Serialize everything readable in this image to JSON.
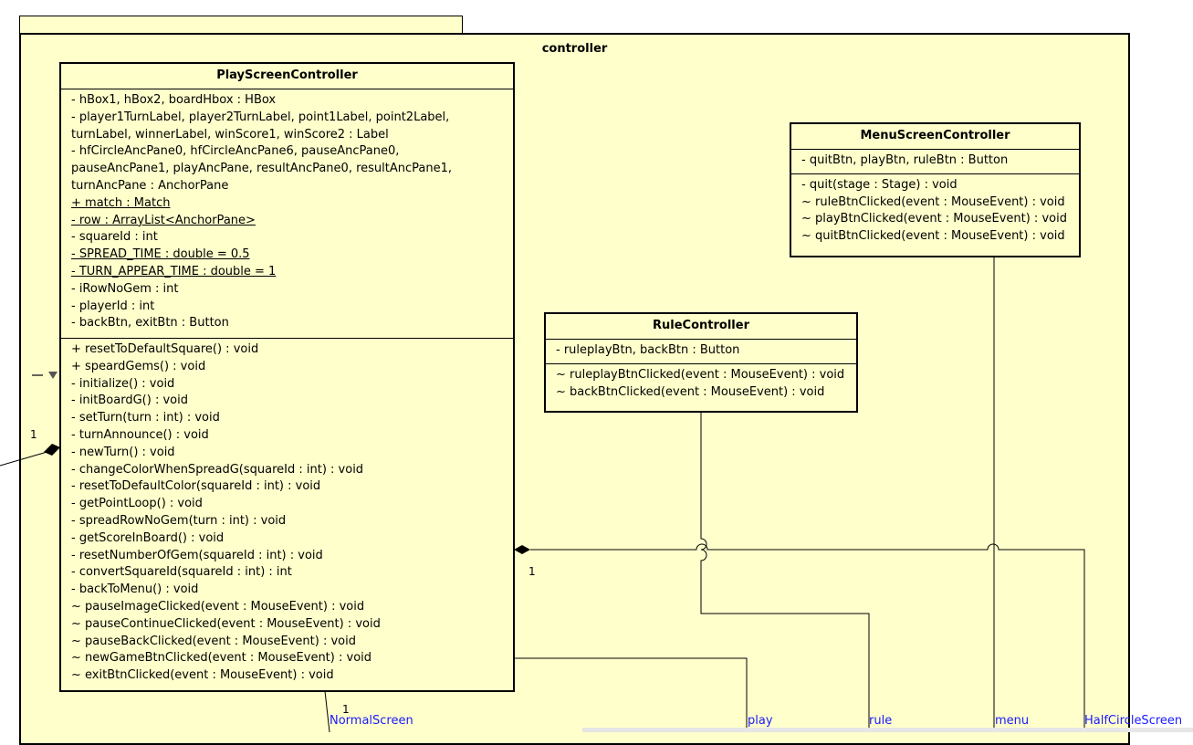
{
  "package": {
    "name": "controller"
  },
  "classes": {
    "play_screen": {
      "name": "PlayScreenController",
      "attributes": [
        {
          "text": "- hBox1, hBox2, boardHbox : HBox",
          "static": false
        },
        {
          "text": "- player1TurnLabel, player2TurnLabel, point1Label, point2Label,",
          "static": false
        },
        {
          "text": "turnLabel, winnerLabel, winScore1, winScore2 : Label",
          "static": false
        },
        {
          "text": "- hfCircleAncPane0, hfCircleAncPane6, pauseAncPane0,",
          "static": false
        },
        {
          "text": "pauseAncPane1, playAncPane, resultAncPane0, resultAncPane1,",
          "static": false
        },
        {
          "text": "turnAncPane : AnchorPane",
          "static": false
        },
        {
          "text": "+ match : Match",
          "static": true
        },
        {
          "text": "- row : ArrayList<AnchorPane>",
          "static": true
        },
        {
          "text": "- squareId : int",
          "static": false
        },
        {
          "text": "- SPREAD_TIME : double = 0.5",
          "static": true
        },
        {
          "text": "- TURN_APPEAR_TIME : double = 1",
          "static": true
        },
        {
          "text": "- iRowNoGem : int",
          "static": false
        },
        {
          "text": "- playerId : int",
          "static": false
        },
        {
          "text": "- backBtn, exitBtn : Button",
          "static": false
        }
      ],
      "methods": [
        "+ resetToDefaultSquare() : void",
        "+ speardGems() : void",
        "- initialize() : void",
        "- initBoardG() : void",
        "- setTurn(turn : int) : void",
        "- turnAnnounce() : void",
        "- newTurn() : void",
        "- changeColorWhenSpreadG(squareId : int) : void",
        "- resetToDefaultColor(squareId : int) : void",
        "- getPointLoop() : void",
        "- spreadRowNoGem(turn : int) : void",
        "- getScoreInBoard() : void",
        "- resetNumberOfGem(squareId : int) : void",
        "- convertSquareId(squareId : int) : int",
        "- backToMenu() : void",
        "~ pauseImageClicked(event : MouseEvent) : void",
        "~ pauseContinueClicked(event : MouseEvent) : void",
        "~ pauseBackClicked(event : MouseEvent) : void",
        "~ newGameBtnClicked(event : MouseEvent) : void",
        "~ exitBtnClicked(event : MouseEvent) : void"
      ]
    },
    "menu_screen": {
      "name": "MenuScreenController",
      "attributes": [
        "- quitBtn, playBtn, ruleBtn : Button"
      ],
      "methods": [
        "- quit(stage : Stage) : void",
        "~ ruleBtnClicked(event : MouseEvent) : void",
        "~ playBtnClicked(event : MouseEvent) : void",
        "~ quitBtnClicked(event : MouseEvent) : void"
      ]
    },
    "rule": {
      "name": "RuleController",
      "attributes": [
        "- ruleplayBtn, backBtn : Button"
      ],
      "methods": [
        "~ ruleplayBtnClicked(event : MouseEvent) : void",
        "~ backBtnClicked(event : MouseEvent) : void"
      ]
    }
  },
  "multiplicities": {
    "left": "1",
    "right": "1",
    "bottom": "1"
  },
  "association_labels": {
    "normal_screen": "NormalScreen",
    "play": "play",
    "rule": "rule",
    "menu": "menu",
    "half_circle_screen": "HalfCircleScreen"
  },
  "colors": {
    "class_fill": "#ffffcc",
    "label_link": "#1a1aff",
    "diamond_marker": "#ffaa00",
    "bar_marker": "#00aa55"
  }
}
